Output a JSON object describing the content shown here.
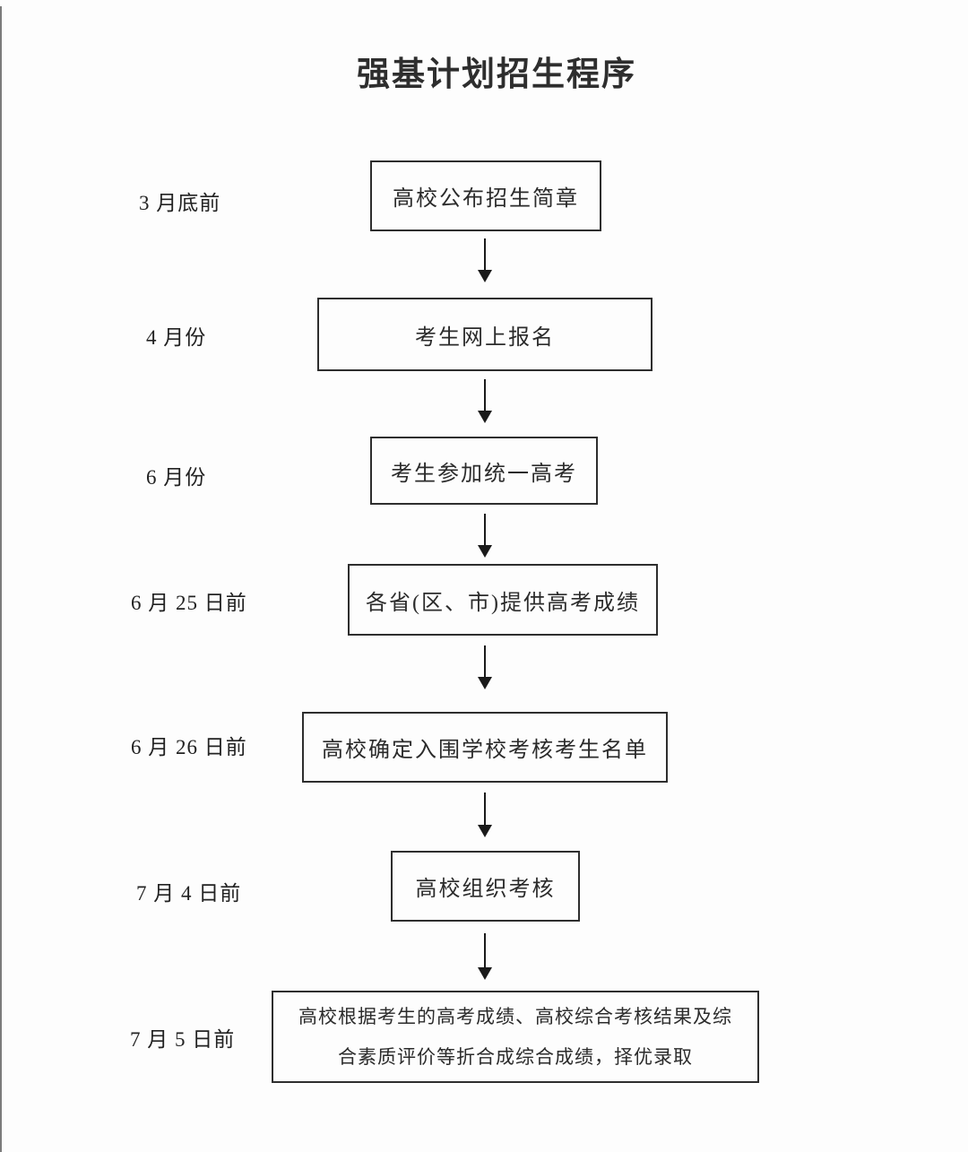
{
  "title": "强基计划招生程序",
  "colors": {
    "background": "#fdfdfd",
    "box_border": "#2e2e2e",
    "text": "#2b2b2b",
    "edge_line": "#7c7c7c"
  },
  "rows": [
    {
      "label": "3 月底前",
      "step": "高校公布招生简章"
    },
    {
      "label": "4 月份",
      "step": "考生网上报名"
    },
    {
      "label": "6 月份",
      "step": "考生参加统一高考"
    },
    {
      "label": "6 月 25 日前",
      "step": "各省(区、市)提供高考成绩"
    },
    {
      "label": "6 月 26 日前",
      "step": "高校确定入围学校考核考生名单"
    },
    {
      "label": "7 月 4 日前",
      "step": "高校组织考核"
    },
    {
      "label": "7 月 5 日前",
      "step": "高校根据考生的高考成绩、高校综合考核结果及综合素质评价等折合成综合成绩，择优录取"
    }
  ]
}
